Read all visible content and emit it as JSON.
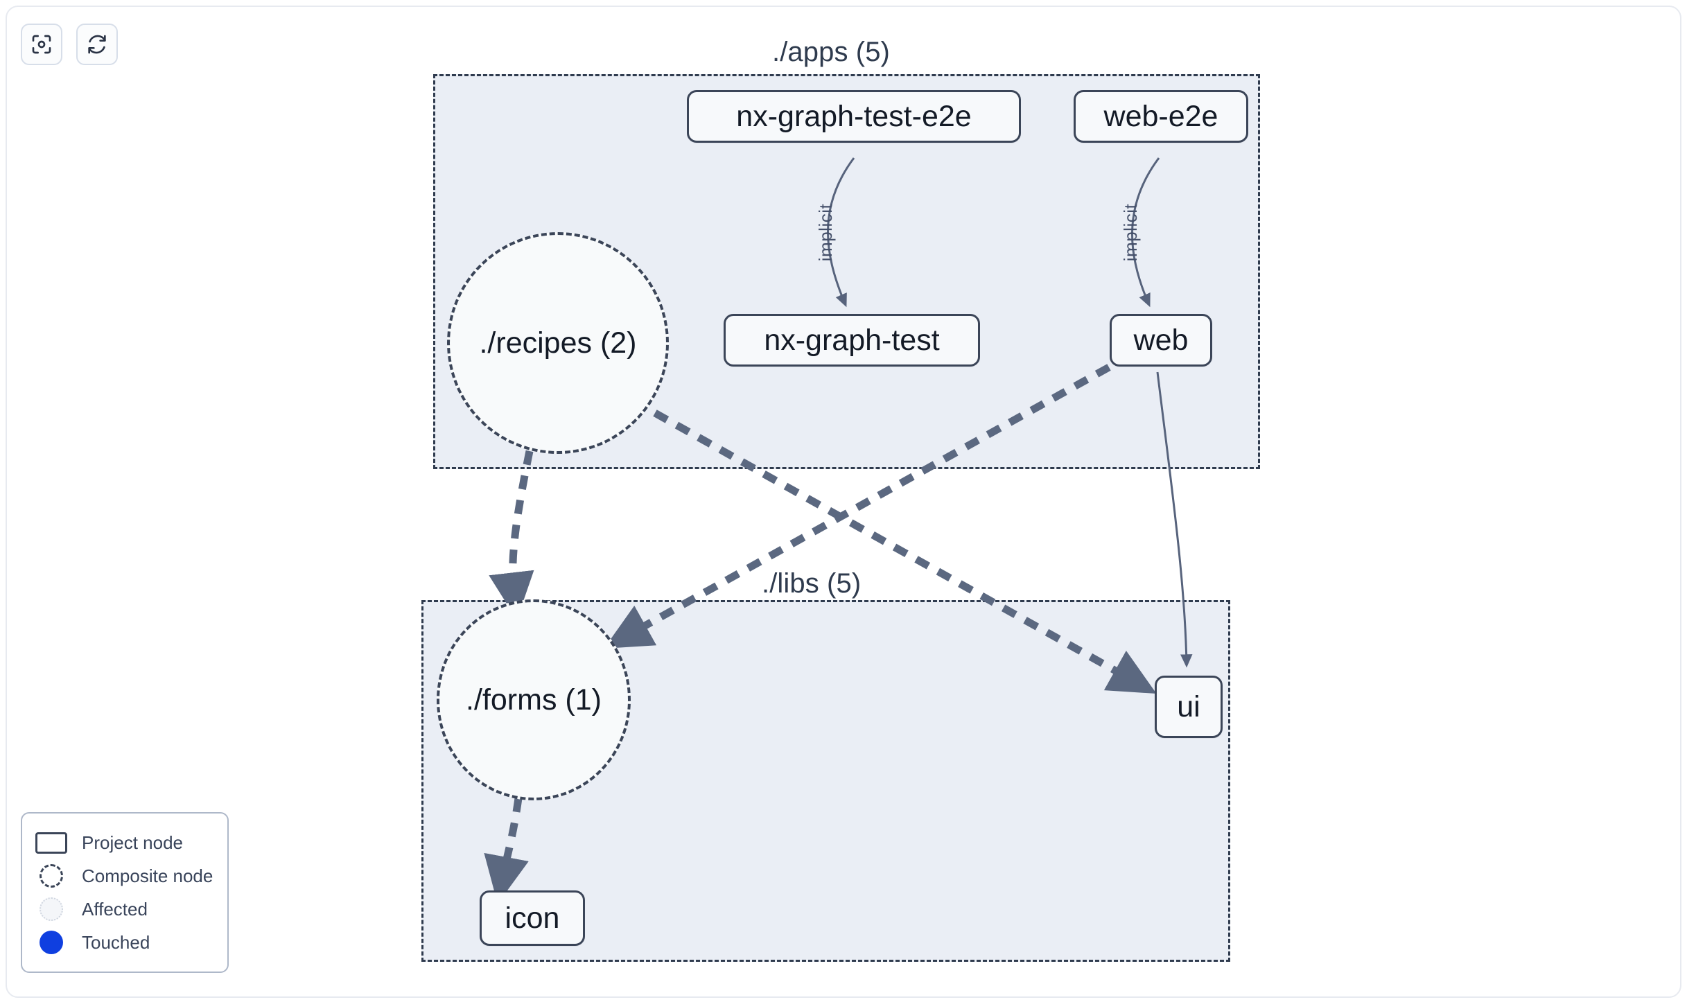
{
  "toolbar": {
    "buttons": [
      {
        "name": "focus-graph-button",
        "icon": "focus-target-icon",
        "label": ""
      },
      {
        "name": "refresh-graph-button",
        "icon": "refresh-icon",
        "label": ""
      }
    ]
  },
  "graph": {
    "groups": [
      {
        "id": "apps",
        "label": "./apps (5)",
        "count": 5
      },
      {
        "id": "libs",
        "label": "./libs (5)",
        "count": 5
      }
    ],
    "project_nodes": [
      {
        "id": "nx-graph-test-e2e",
        "label": "nx-graph-test-e2e",
        "group": "apps"
      },
      {
        "id": "web-e2e",
        "label": "web-e2e",
        "group": "apps"
      },
      {
        "id": "nx-graph-test",
        "label": "nx-graph-test",
        "group": "apps"
      },
      {
        "id": "web",
        "label": "web",
        "group": "apps"
      },
      {
        "id": "ui",
        "label": "ui",
        "group": "libs"
      },
      {
        "id": "icon",
        "label": "icon",
        "group": "libs"
      }
    ],
    "composite_nodes": [
      {
        "id": "recipes",
        "label": "./recipes (2)",
        "group": "apps",
        "count": 2
      },
      {
        "id": "forms",
        "label": "./forms (1)",
        "group": "libs",
        "count": 1
      }
    ],
    "edges": [
      {
        "source": "nx-graph-test-e2e",
        "target": "nx-graph-test",
        "label": "implicit",
        "style": "solid"
      },
      {
        "source": "web-e2e",
        "target": "web",
        "label": "implicit",
        "style": "solid"
      },
      {
        "source": "web",
        "target": "ui",
        "label": "",
        "style": "solid"
      },
      {
        "source": "recipes",
        "target": "forms",
        "label": "",
        "style": "dashed"
      },
      {
        "source": "recipes",
        "target": "ui",
        "label": "",
        "style": "dashed"
      },
      {
        "source": "web",
        "target": "forms",
        "label": "",
        "style": "dashed"
      },
      {
        "source": "forms",
        "target": "icon",
        "label": "",
        "style": "dashed"
      }
    ]
  },
  "legend": {
    "items": [
      {
        "key": "project-node",
        "label": "Project node",
        "swatch": "rect-outline"
      },
      {
        "key": "composite-node",
        "label": "Composite node",
        "swatch": "dashed-circle"
      },
      {
        "key": "affected",
        "label": "Affected",
        "swatch": "dotted-circle"
      },
      {
        "key": "touched",
        "label": "Touched",
        "swatch": "filled-circle"
      }
    ]
  },
  "colors": {
    "node_border": "#3b4558",
    "node_fill": "#f7f9fb",
    "group_fill": "#eaeef5",
    "group_border": "#2f3b4e",
    "edge": "#57637c",
    "touched": "#0f3fe0",
    "text": "#131a26"
  }
}
